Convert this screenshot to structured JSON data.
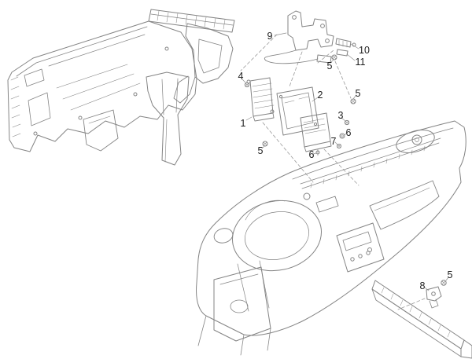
{
  "diagram": {
    "background_color": "#ffffff",
    "line_color": "#848484",
    "callouts": [
      {
        "label": "9"
      },
      {
        "label": "10"
      },
      {
        "label": "11"
      },
      {
        "label": "5"
      },
      {
        "label": "4"
      },
      {
        "label": "2"
      },
      {
        "label": "5"
      },
      {
        "label": "3"
      },
      {
        "label": "1"
      },
      {
        "label": "6"
      },
      {
        "label": "7"
      },
      {
        "label": "5"
      },
      {
        "label": "6"
      },
      {
        "label": "5"
      },
      {
        "label": "8"
      }
    ]
  }
}
